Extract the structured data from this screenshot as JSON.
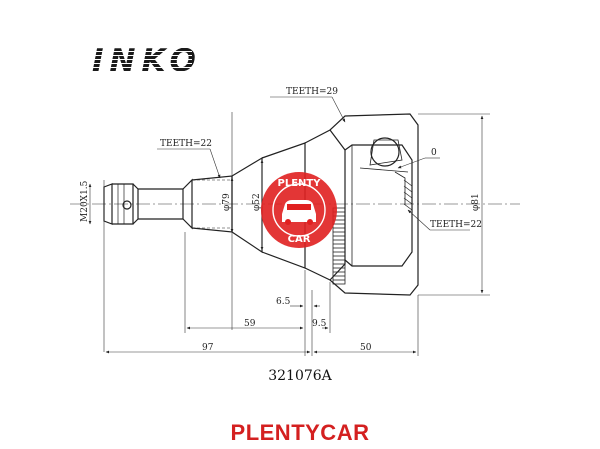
{
  "brand": {
    "logo_text": "INKO"
  },
  "labels": {
    "teeth_top": "TEETH=29",
    "teeth_left": "TEETH=22",
    "teeth_right": "TEETH=22",
    "zero": "0",
    "diam_79": "φ79",
    "diam_52": "φ52",
    "diam_81": "φ81",
    "thread": "M20X1.5",
    "dim_6_5": "6.5",
    "dim_59": "59",
    "dim_9_5": "9.5",
    "dim_97": "97",
    "dim_50": "50"
  },
  "part_number": "321076A",
  "watermark": {
    "top_text": "PLENTY",
    "bottom_text": "CAR",
    "color": "#e02020"
  },
  "footer": {
    "brand": "PLENTYCAR",
    "color": "#d42020"
  }
}
